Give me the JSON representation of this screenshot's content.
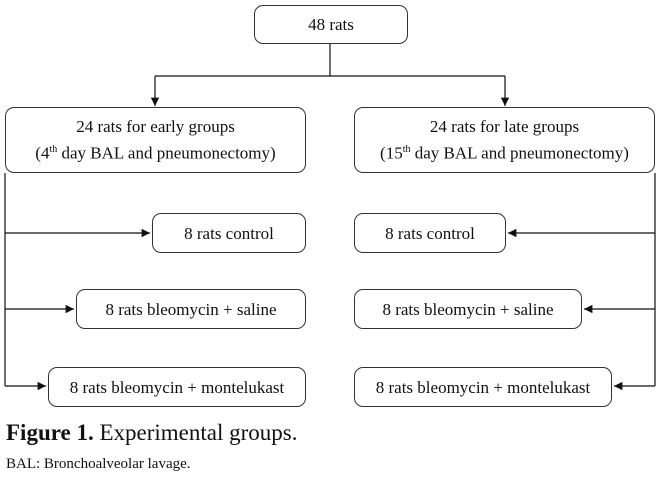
{
  "diagram": {
    "top": "48 rats",
    "early": {
      "line1": "24 rats for early groups",
      "line2_pre": "(4",
      "line2_sup": "th",
      "line2_post": " day BAL and pneumonectomy)"
    },
    "late": {
      "line1": "24 rats for late groups",
      "line2_pre": "(15",
      "line2_sup": "th",
      "line2_post": " day BAL and pneumonectomy)"
    },
    "left_groups": [
      "8 rats control",
      "8 rats bleomycin + saline",
      "8 rats bleomycin + montelukast"
    ],
    "right_groups": [
      "8 rats control",
      "8 rats bleomycin + saline",
      "8 rats bleomycin + montelukast"
    ]
  },
  "caption": {
    "label": "Figure 1.",
    "text": " Experimental groups."
  },
  "note": "BAL: Bronchoalveolar lavage."
}
